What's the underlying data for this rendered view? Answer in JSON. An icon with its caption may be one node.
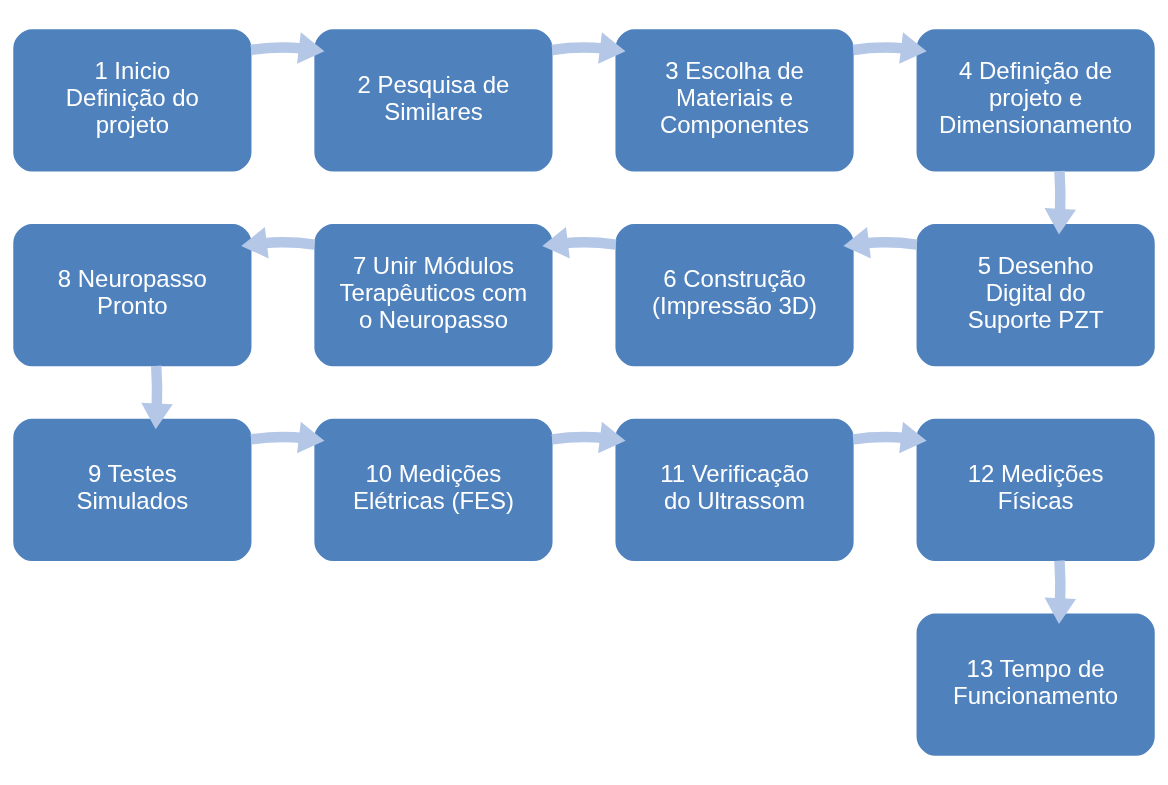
{
  "diagram": {
    "nodes": [
      {
        "text": [
          "1 Inicio Definição do projeto"
        ]
      },
      {
        "text": [
          "2 Pesquisa de Similares"
        ]
      },
      {
        "text": [
          "3 Escolha de Materiais e Componentes"
        ]
      },
      {
        "text": [
          "4 Definição de projeto e Dimensionamento"
        ]
      },
      {
        "text": [
          "5 Desenho Digital do Suporte PZT"
        ]
      },
      {
        "text": [
          "6 Construção (Impressão 3D)"
        ]
      },
      {
        "text": [
          "7 Unir Módulos Terapêuticos com o Neuropasso"
        ]
      },
      {
        "text": [
          "8 Neuropasso Pronto"
        ]
      },
      {
        "text": [
          "9 Testes Simulados"
        ]
      },
      {
        "text": [
          "10 Medições Elétricas (FES)"
        ]
      },
      {
        "text": [
          "11 Verificação do Ultrassom"
        ]
      },
      {
        "text": [
          "12 Medições Físicas"
        ]
      },
      {
        "text": [
          "13 Tempo de Funcionamento"
        ]
      }
    ],
    "edges": [
      {
        "from": 0,
        "to": 1,
        "arrow": "to"
      },
      {
        "from": 1,
        "to": 2,
        "arrow": "to"
      },
      {
        "from": 2,
        "to": 3,
        "arrow": "to"
      },
      {
        "from": 3,
        "to": 4,
        "arrow": "to"
      },
      {
        "from": 4,
        "to": 5,
        "arrow": "to"
      },
      {
        "from": 5,
        "to": 6,
        "arrow": "to"
      },
      {
        "from": 6,
        "to": 7,
        "arrow": "to"
      },
      {
        "from": 7,
        "to": 8,
        "arrow": "to"
      },
      {
        "from": 8,
        "to": 9,
        "arrow": "to"
      },
      {
        "from": 9,
        "to": 10,
        "arrow": "to"
      },
      {
        "from": 10,
        "to": 11,
        "arrow": "to"
      },
      {
        "from": 11,
        "to": 12,
        "arrow": "to"
      }
    ]
  }
}
